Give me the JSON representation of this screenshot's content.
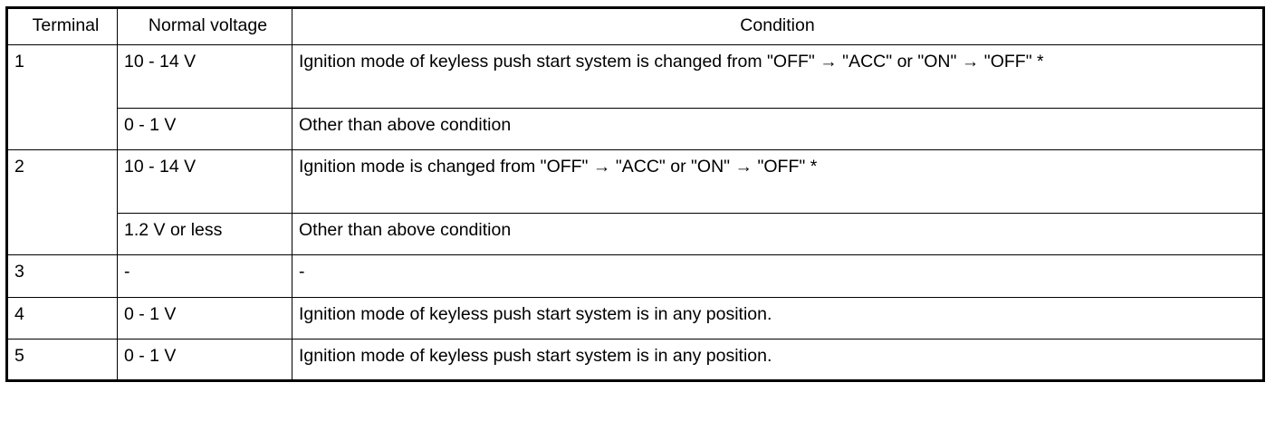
{
  "table": {
    "columns": [
      {
        "key": "terminal",
        "label": "Terminal"
      },
      {
        "key": "voltage",
        "label": "Normal voltage"
      },
      {
        "key": "condition",
        "label": "Condition"
      }
    ],
    "rows": [
      {
        "terminal": "1",
        "lines": [
          {
            "voltage": "10 - 14 V",
            "condition": "Ignition mode of keyless push start system is changed from \"OFF\" → \"ACC\" or \"ON\" → \"OFF\" *"
          },
          {
            "voltage": "0 - 1 V",
            "condition": "Other than above condition"
          }
        ]
      },
      {
        "terminal": "2",
        "lines": [
          {
            "voltage": "10 - 14 V",
            "condition": "Ignition mode is changed from \"OFF\" → \"ACC\" or \"ON\" → \"OFF\" *"
          },
          {
            "voltage": "1.2 V or less",
            "condition": "Other than above condition"
          }
        ]
      },
      {
        "terminal": "3",
        "lines": [
          {
            "voltage": "-",
            "condition": "-"
          }
        ]
      },
      {
        "terminal": "4",
        "lines": [
          {
            "voltage": "0 - 1 V",
            "condition": "Ignition mode of keyless push start system is in any position."
          }
        ]
      },
      {
        "terminal": "5",
        "lines": [
          {
            "voltage": "0 - 1 V",
            "condition": "Ignition mode of keyless push start system is in any position."
          }
        ]
      }
    ]
  },
  "colors": {
    "border": "#000000",
    "text": "#000000",
    "background": "#ffffff"
  }
}
